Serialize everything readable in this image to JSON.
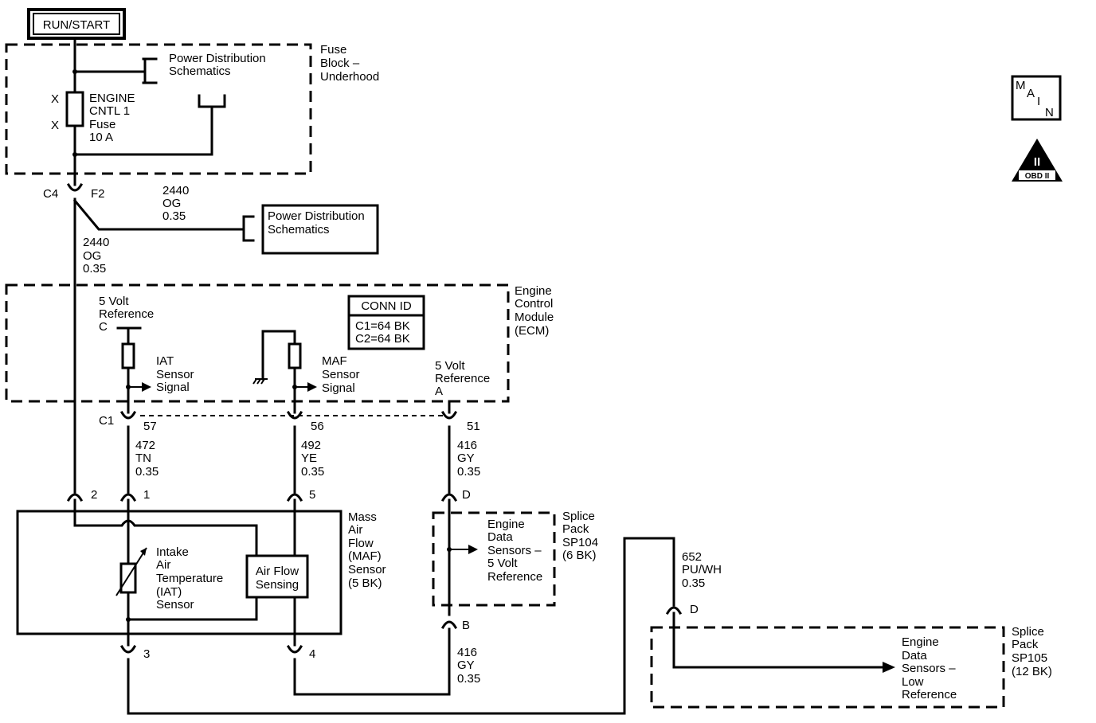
{
  "run_start": "RUN/START",
  "fuse_block": {
    "lines": [
      "Fuse",
      "Block –",
      "Underhood"
    ]
  },
  "pds_top": [
    "Power Distribution",
    "Schematics"
  ],
  "pds_mid": [
    "Power Distribution",
    "Schematics"
  ],
  "fuse": {
    "x1": "X",
    "x2": "X",
    "lines": [
      "ENGINE",
      "CNTL 1",
      "Fuse",
      "10 A"
    ]
  },
  "c4": "C4",
  "f2": "F2",
  "wire_2440_a": [
    "2440",
    "OG",
    "0.35"
  ],
  "wire_2440_b": [
    "2440",
    "OG",
    "0.35"
  ],
  "ecm": {
    "lines": [
      "Engine",
      "Control",
      "Module",
      "(ECM)"
    ]
  },
  "conn_id": {
    "title": "CONN ID",
    "c1": "C1=64 BK",
    "c2": "C2=64 BK"
  },
  "ref_c": [
    "5 Volt",
    "Reference",
    "C"
  ],
  "iat_signal": [
    "IAT",
    "Sensor",
    "Signal"
  ],
  "maf_signal": [
    "MAF",
    "Sensor",
    "Signal"
  ],
  "ref_a": [
    "5 Volt",
    "Reference",
    "A"
  ],
  "c1": "C1",
  "pin57": "57",
  "pin56": "56",
  "pin51": "51",
  "wire_472": [
    "472",
    "TN",
    "0.35"
  ],
  "wire_492": [
    "492",
    "YE",
    "0.35"
  ],
  "wire_416_a": [
    "416",
    "GY",
    "0.35"
  ],
  "wire_416_b": [
    "416",
    "GY",
    "0.35"
  ],
  "wire_652": [
    "652",
    "PU/WH",
    "0.35"
  ],
  "pin2": "2",
  "pin1": "1",
  "pin5": "5",
  "pin3": "3",
  "pin4": "4",
  "pinD_a": "D",
  "pinB": "B",
  "pinD_b": "D",
  "maf_sensor": [
    "Mass",
    "Air",
    "Flow",
    "(MAF)",
    "Sensor",
    "(5 BK)"
  ],
  "iat_sensor": [
    "Intake",
    "Air",
    "Temperature",
    "(IAT)",
    "Sensor"
  ],
  "air_flow": [
    "Air Flow",
    "Sensing"
  ],
  "sp104": [
    "Splice",
    "Pack",
    "SP104",
    "(6 BK)"
  ],
  "sp104_inner": [
    "Engine",
    "Data",
    "Sensors –",
    "5 Volt",
    "Reference"
  ],
  "sp105": [
    "Splice",
    "Pack",
    "SP105",
    "(12 BK)"
  ],
  "sp105_inner": [
    "Engine",
    "Data",
    "Sensors –",
    "Low",
    "Reference"
  ],
  "main_icon": {
    "m": "M",
    "a": "A",
    "i": "I",
    "n": "N"
  },
  "obd_icon": {
    "mark": "II",
    "label": "OBD II"
  }
}
